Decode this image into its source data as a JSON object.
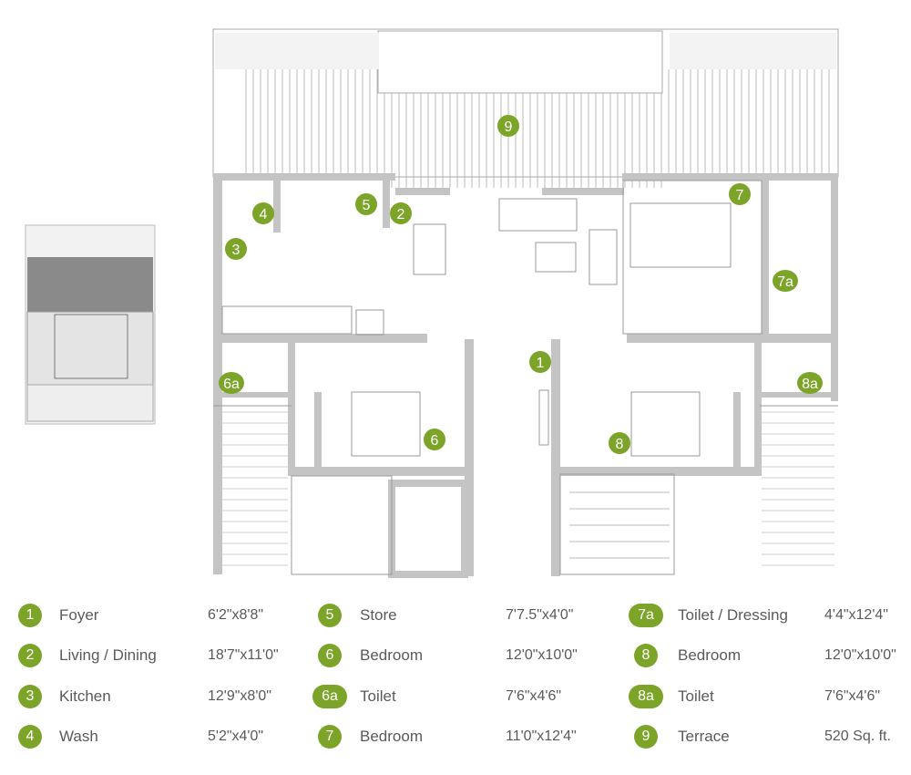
{
  "colors": {
    "accent": "#7ba428",
    "wall": "#c4c4c4",
    "line": "#9a9a9a"
  },
  "plan": {
    "markers": [
      {
        "id": "9",
        "label": "9"
      },
      {
        "id": "7",
        "label": "7"
      },
      {
        "id": "4",
        "label": "4"
      },
      {
        "id": "5",
        "label": "5"
      },
      {
        "id": "2",
        "label": "2"
      },
      {
        "id": "3",
        "label": "3"
      },
      {
        "id": "7a",
        "label": "7a"
      },
      {
        "id": "1",
        "label": "1"
      },
      {
        "id": "6a",
        "label": "6a"
      },
      {
        "id": "8a",
        "label": "8a"
      },
      {
        "id": "6",
        "label": "6"
      },
      {
        "id": "8",
        "label": "8"
      }
    ]
  },
  "legend": [
    {
      "num": "1",
      "name": "Foyer",
      "dim": "6'2\"x8'8\""
    },
    {
      "num": "2",
      "name": "Living / Dining",
      "dim": "18'7\"x11'0\""
    },
    {
      "num": "3",
      "name": "Kitchen",
      "dim": "12'9\"x8'0\""
    },
    {
      "num": "4",
      "name": "Wash",
      "dim": "5'2\"x4'0\""
    },
    {
      "num": "5",
      "name": "Store",
      "dim": "7'7.5\"x4'0\""
    },
    {
      "num": "6",
      "name": "Bedroom",
      "dim": "12'0\"x10'0\""
    },
    {
      "num": "6a",
      "name": "Toilet",
      "dim": "7'6\"x4'6\""
    },
    {
      "num": "7",
      "name": "Bedroom",
      "dim": "11'0\"x12'4\""
    },
    {
      "num": "7a",
      "name": "Toilet / Dressing",
      "dim": "4'4\"x12'4\""
    },
    {
      "num": "8",
      "name": "Bedroom",
      "dim": "12'0\"x10'0\""
    },
    {
      "num": "8a",
      "name": "Toilet",
      "dim": "7'6\"x4'6\""
    },
    {
      "num": "9",
      "name": "Terrace",
      "dim": "520 Sq. ft."
    }
  ]
}
